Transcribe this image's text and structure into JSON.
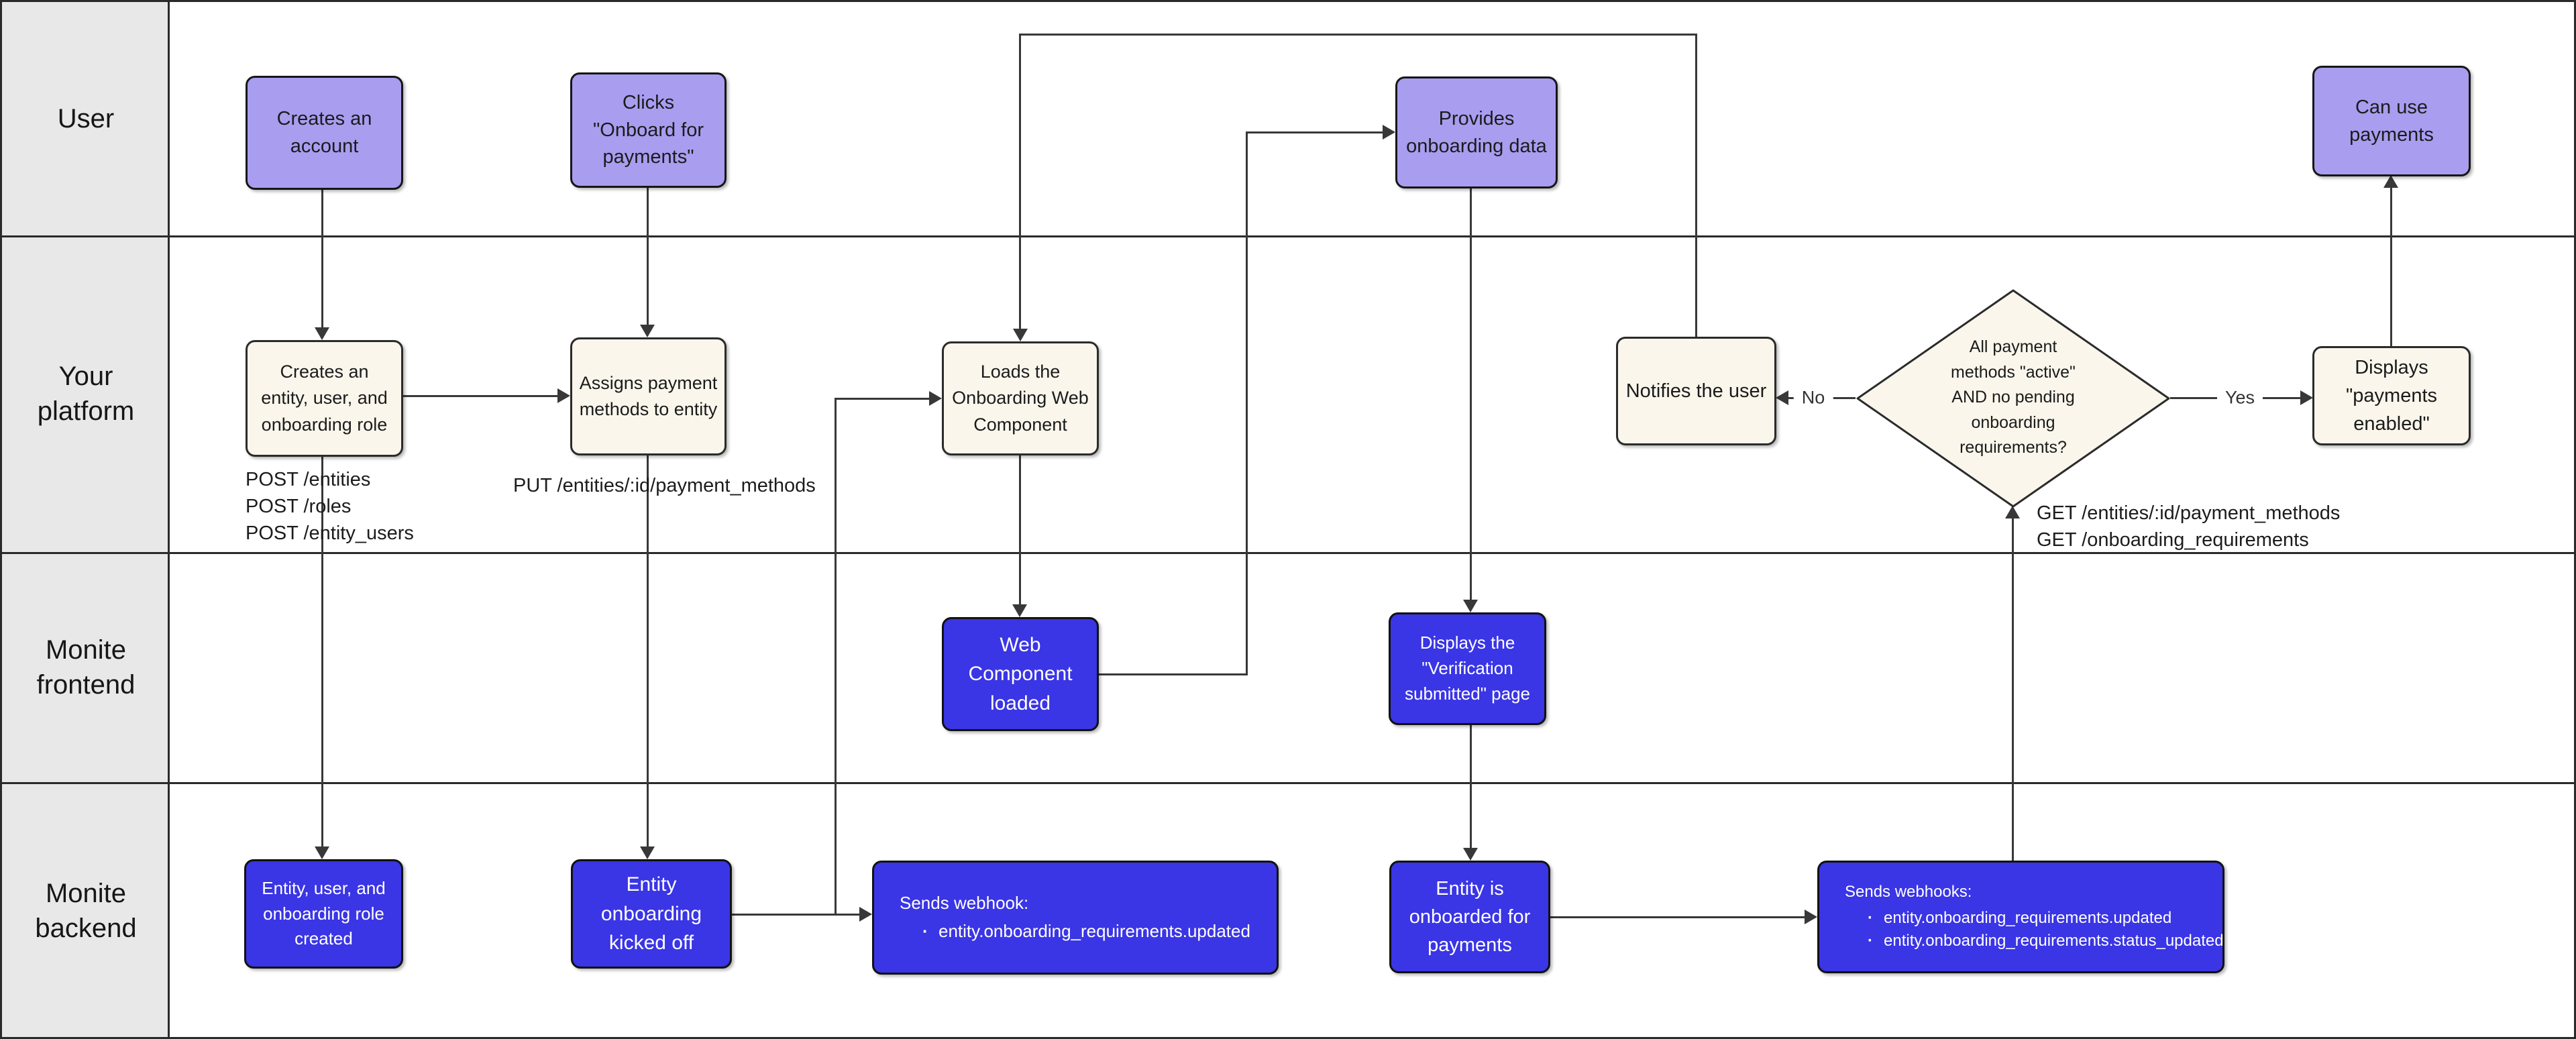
{
  "diagram": {
    "lanes": [
      {
        "label": "User"
      },
      {
        "label": "Your platform"
      },
      {
        "label": "Monite frontend"
      },
      {
        "label": "Monite backend"
      }
    ],
    "nodes": {
      "creates_account": {
        "label": "Creates an account"
      },
      "clicks_onboard": {
        "label": "Clicks \"Onboard for payments\""
      },
      "provides_data": {
        "label": "Provides onboarding data"
      },
      "can_use_payments": {
        "label": "Can use payments"
      },
      "creates_entity": {
        "label": "Creates an entity, user, and onboarding role"
      },
      "assigns_payment_methods": {
        "label": "Assigns payment methods to entity"
      },
      "loads_onboarding": {
        "label": "Loads the Onboarding Web Component"
      },
      "notifies_user": {
        "label": "Notifies the user"
      },
      "decision": {
        "label": "All payment methods \"active\" AND no pending onboarding requirements?"
      },
      "displays_enabled": {
        "label": "Displays \"payments enabled\""
      },
      "web_component_loaded": {
        "label": "Web Component loaded"
      },
      "displays_verification": {
        "label": "Displays the \"Verification submitted\" page"
      },
      "entity_created": {
        "label": "Entity, user, and onboarding role created"
      },
      "onboarding_kicked_off": {
        "label": "Entity onboarding kicked off"
      },
      "webhook_single": {
        "title": "Sends webhook:",
        "items": [
          "entity.onboarding_requirements.updated"
        ]
      },
      "entity_onboarded": {
        "label": "Entity is onboarded for payments"
      },
      "webhooks_multi": {
        "title": "Sends webhooks:",
        "items": [
          "entity.onboarding_requirements.updated",
          "entity.onboarding_requirements.status_updated"
        ]
      }
    },
    "api_labels": {
      "post_group": [
        "POST /entities",
        "POST /roles",
        "POST /entity_users"
      ],
      "put_label": "PUT /entities/:id/payment_methods",
      "get_group": [
        "GET /entities/:id/payment_methods",
        "GET /onboarding_requirements"
      ]
    },
    "edge_labels": {
      "no": "No",
      "yes": "Yes"
    },
    "colors": {
      "user_node": "#a99df0",
      "platform_node": "#faf6ec",
      "monite_node": "#3a35e5",
      "lane_header_bg": "#e8e8e8",
      "line": "#383838",
      "border": "#161616"
    }
  }
}
